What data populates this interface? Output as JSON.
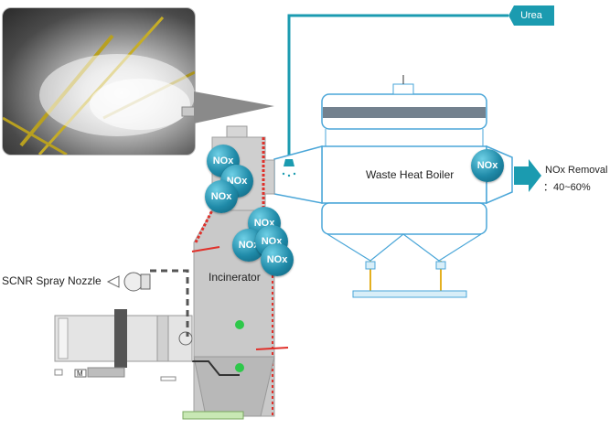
{
  "labels": {
    "urea": "Urea",
    "waste_heat_boiler": "Waste Heat Boiler",
    "incinerator": "Incinerator",
    "scnr_spray_nozzle": "SCNR Spray Nozzle",
    "nox_removal": "NOx Removal",
    "nox_removal_range": "：40~60%",
    "motor": "M"
  },
  "nox_bubble_label": "NOx",
  "nox_bubbles": [
    "NOx",
    "NOx",
    "NOx",
    "NOx",
    "NOx",
    "NOx",
    "NOx",
    "NOx"
  ],
  "colors": {
    "teal": "#1b9bb0",
    "nox_blue": "#1f8aa8",
    "refractory_red": "#e0302a",
    "boiler_outline": "#4aa6d8",
    "incinerator_gray": "#c8c8c8"
  }
}
